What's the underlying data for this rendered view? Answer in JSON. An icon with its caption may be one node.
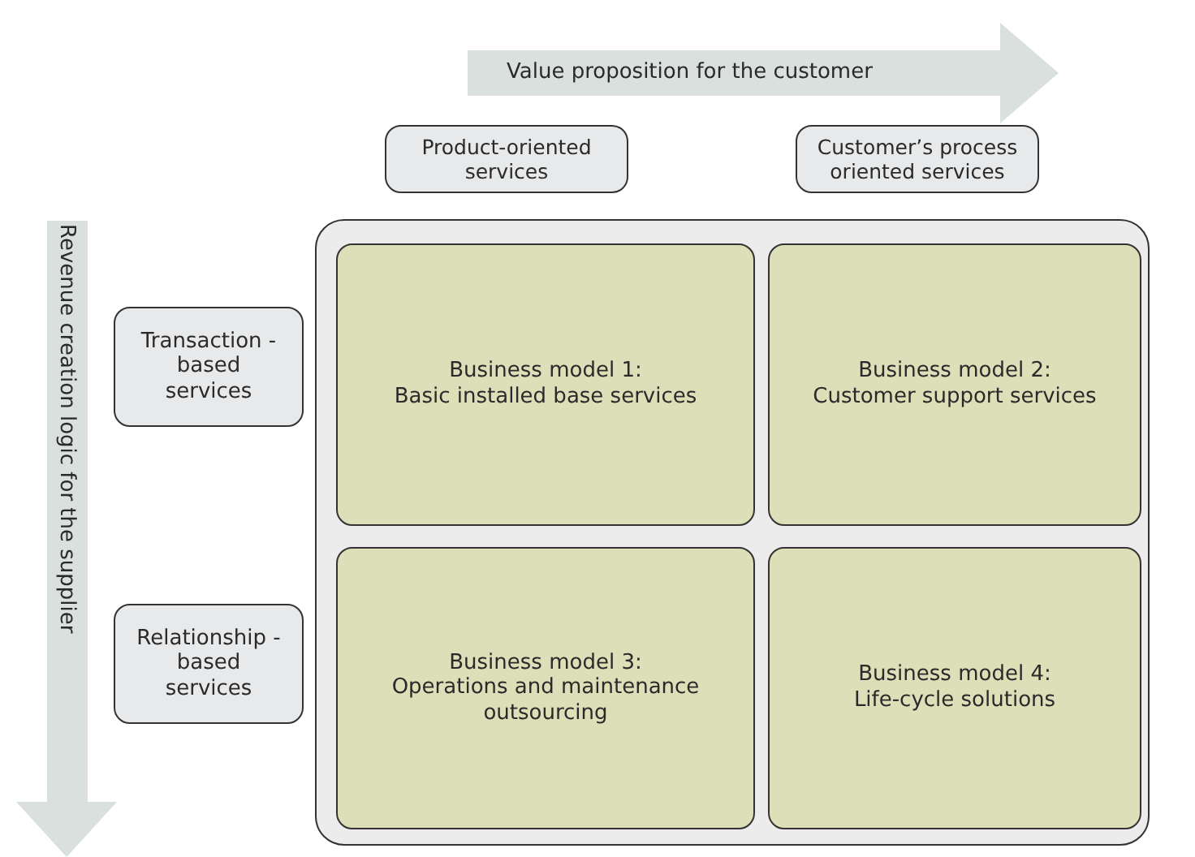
{
  "diagram": {
    "nodes": [
      {
        "text": [
          "Value proposition for the customer"
        ]
      },
      {
        "text": [
          "Product-oriented services"
        ]
      },
      {
        "text": [
          "Customer’s process oriented services"
        ]
      },
      {
        "text": [
          "Revenue creation logic for the supplier"
        ]
      },
      {
        "text": [
          "Transaction -based services"
        ]
      },
      {
        "text": [
          "Relationship -based services"
        ]
      },
      {
        "text": [],
        "shape": "box"
      },
      {
        "text": [
          "Business model 1:",
          "Basic installed base services"
        ],
        "in": 6
      },
      {
        "text": [
          "Business model 2:",
          "Customer support services"
        ],
        "in": 6
      },
      {
        "text": [
          "Business model 3:",
          "Operations and maintenance outsourcing"
        ],
        "in": 6
      },
      {
        "text": [
          "Business model 4:",
          "Life-cycle solutions"
        ],
        "in": 6
      }
    ]
  }
}
